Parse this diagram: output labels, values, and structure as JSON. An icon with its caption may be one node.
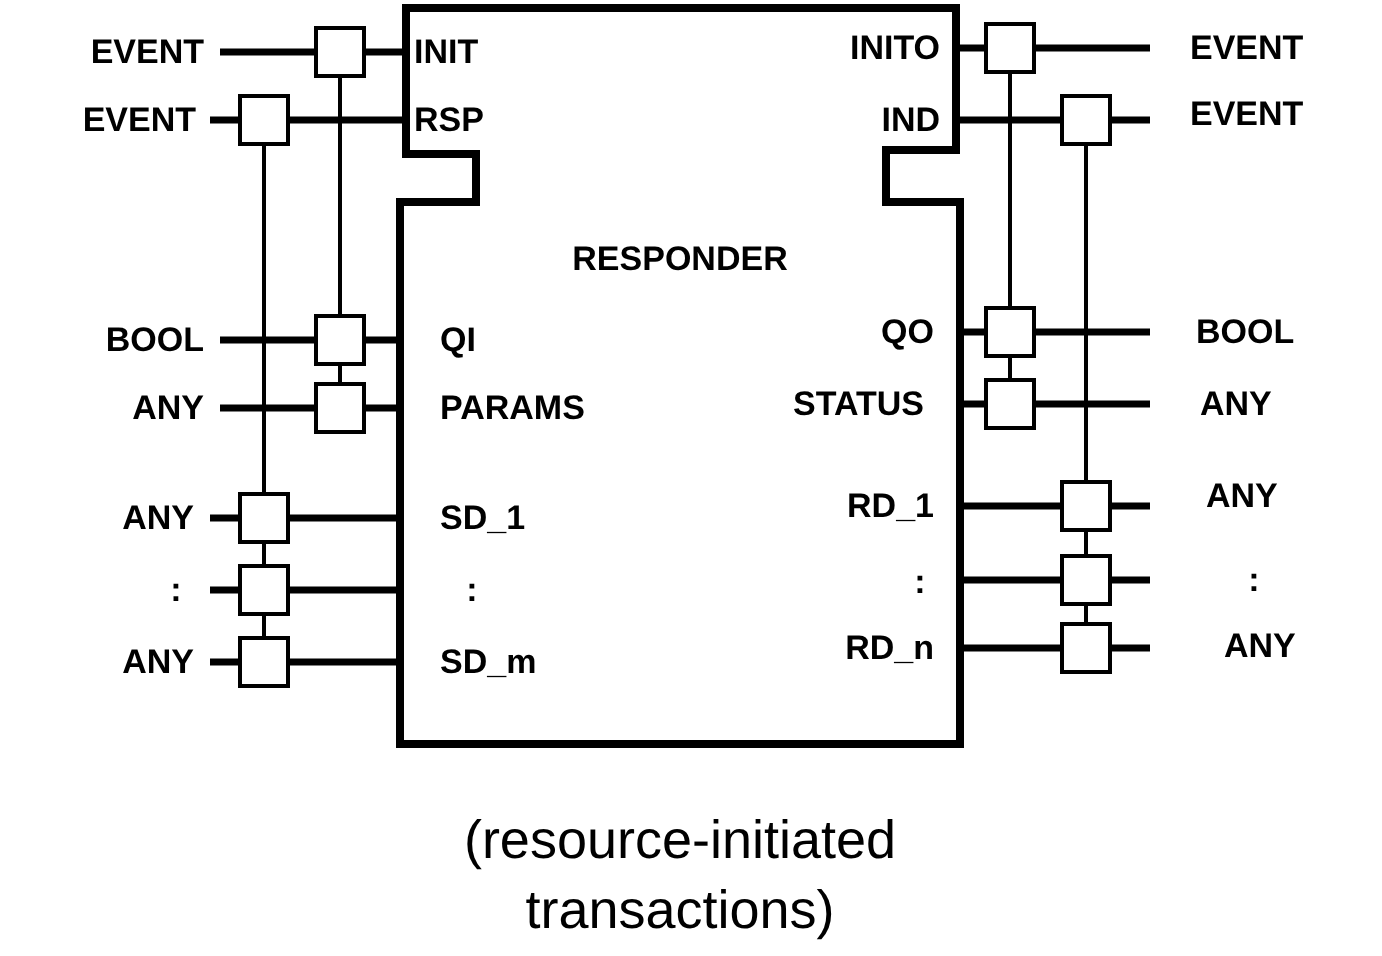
{
  "diagram": {
    "caption": "(resource-initiated transactions)",
    "nodes": [
      {
        "text": [
          "RESPONDER"
        ]
      }
    ],
    "labels": [
      "EVENT",
      "INIT",
      "INITO",
      "EVENT",
      "EVENT",
      "RSP",
      "IND",
      "EVENT",
      "BOOL",
      "QI",
      "QO",
      "BOOL",
      "ANY",
      "PARAMS",
      "STATUS",
      "ANY",
      "ANY",
      "SD_1",
      "RD_1",
      "ANY",
      ":",
      ":",
      ":",
      ":",
      "ANY",
      "SD_m",
      "RD_n",
      "ANY"
    ]
  }
}
